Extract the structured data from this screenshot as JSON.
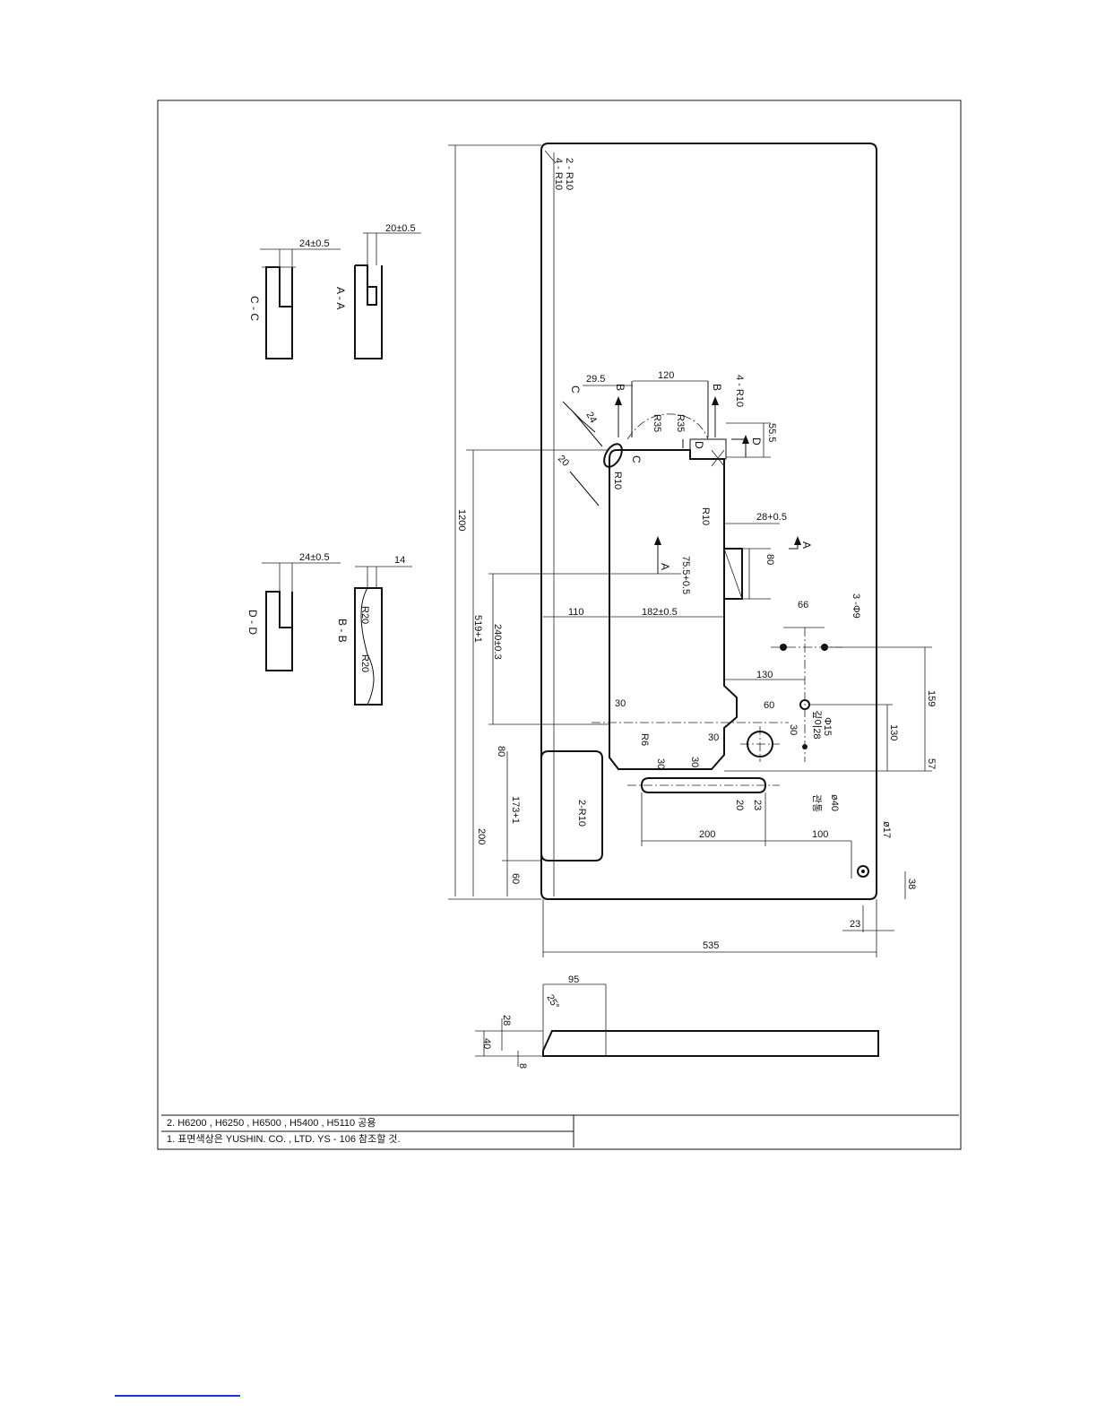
{
  "drawing": {
    "sections": [
      "C - C",
      "A - A",
      "D - D",
      "B - B"
    ],
    "dims": {
      "cc_width": "24±0.5",
      "aa_width": "20±0.5",
      "dd_width": "24±0.5",
      "bb_width": "14",
      "bb_r1": "R20",
      "bb_r2": "R20",
      "corner1": "2 - R10",
      "corner2": "4 - R10",
      "d29_5": "29.5",
      "d120": "120",
      "r35a": "R35",
      "r35b": "R35",
      "r10_4": "4 - R10",
      "d55_5": "55.5",
      "d24": "24",
      "d20": "20",
      "r10_slot": "R10",
      "r10_side": "R10",
      "d28": "28+0.5",
      "d1200": "1200",
      "d75_5": "75.5+0.5",
      "d80": "80",
      "d519": "519+1",
      "d240": "240±0.3",
      "d110": "110",
      "d182": "182±0.5",
      "d66": "66",
      "phi9": "3 -Φ9",
      "d130a": "130",
      "d159": "159",
      "d30a": "30",
      "d60": "60",
      "phi15": "Φ15",
      "deep": "깊이28",
      "d30b": "30",
      "d130b": "130",
      "d57": "57",
      "r6": "R6",
      "d30c": "30",
      "d30d": "30",
      "d30e": "30",
      "d173": "173+1",
      "r10_2": "2-R10",
      "d20b": "20",
      "d23a": "23",
      "through": "관통",
      "phi40": "ø40",
      "d200a": "200",
      "d200b": "200",
      "d100": "100",
      "phi17": "ø17",
      "d60b": "60",
      "d38": "38",
      "d23b": "23",
      "d535": "535",
      "d95": "95",
      "d25": "25°",
      "d28b": "28",
      "d40": "40",
      "d8": "8"
    },
    "arrows": [
      "A",
      "A",
      "B",
      "B",
      "C",
      "C",
      "D",
      "D"
    ]
  },
  "notes": [
    "2. H6200 , H6250 , H6500 , H5400 , H5110 공용",
    "1. 표면색상은 YUSHIN. CO. , LTD. YS - 106 참조할 것."
  ]
}
